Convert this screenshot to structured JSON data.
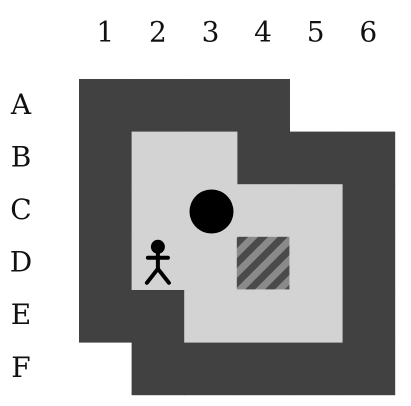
{
  "columns": [
    "1",
    "2",
    "3",
    "4",
    "5",
    "6"
  ],
  "rows": [
    "A",
    "B",
    "C",
    "D",
    "E",
    "F"
  ],
  "colors": {
    "wall": "#414141",
    "floor": "#d3d3d3",
    "target_stripe_dark": "#4a4a4a",
    "target_stripe_light": "#8a8a8a",
    "boulder": "#000000",
    "player": "#000000",
    "label": "#111111",
    "background": "#ffffff"
  },
  "grid": {
    "walls": [
      "A1",
      "A2",
      "A3",
      "A4",
      "B1",
      "B4",
      "B5",
      "B6",
      "C1",
      "C6",
      "D1",
      "D6",
      "E1",
      "E2",
      "E6",
      "F2",
      "F3",
      "F4",
      "F5",
      "F6"
    ],
    "floors": [
      "B2",
      "B3",
      "C2",
      "C3",
      "C4",
      "C5",
      "D2",
      "D3",
      "D4",
      "D5",
      "E3",
      "E4",
      "E5"
    ],
    "targets": [
      "D4"
    ],
    "boulders": [
      "C3"
    ],
    "player": "D2"
  },
  "icons": {
    "player": "stick-figure-icon",
    "boulder": "boulder-icon",
    "target": "striped-target-icon"
  }
}
